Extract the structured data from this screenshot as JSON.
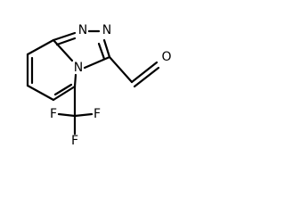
{
  "molecule": {
    "atoms": {
      "n_top_left": "N",
      "n_top_right": "N",
      "n_bridge": "N",
      "o_aldehyde": "O",
      "f_left": "F",
      "f_right": "F",
      "f_bottom": "F"
    },
    "colors": {
      "bond": "#000000",
      "label": "#000000",
      "background": "#ffffff"
    }
  }
}
